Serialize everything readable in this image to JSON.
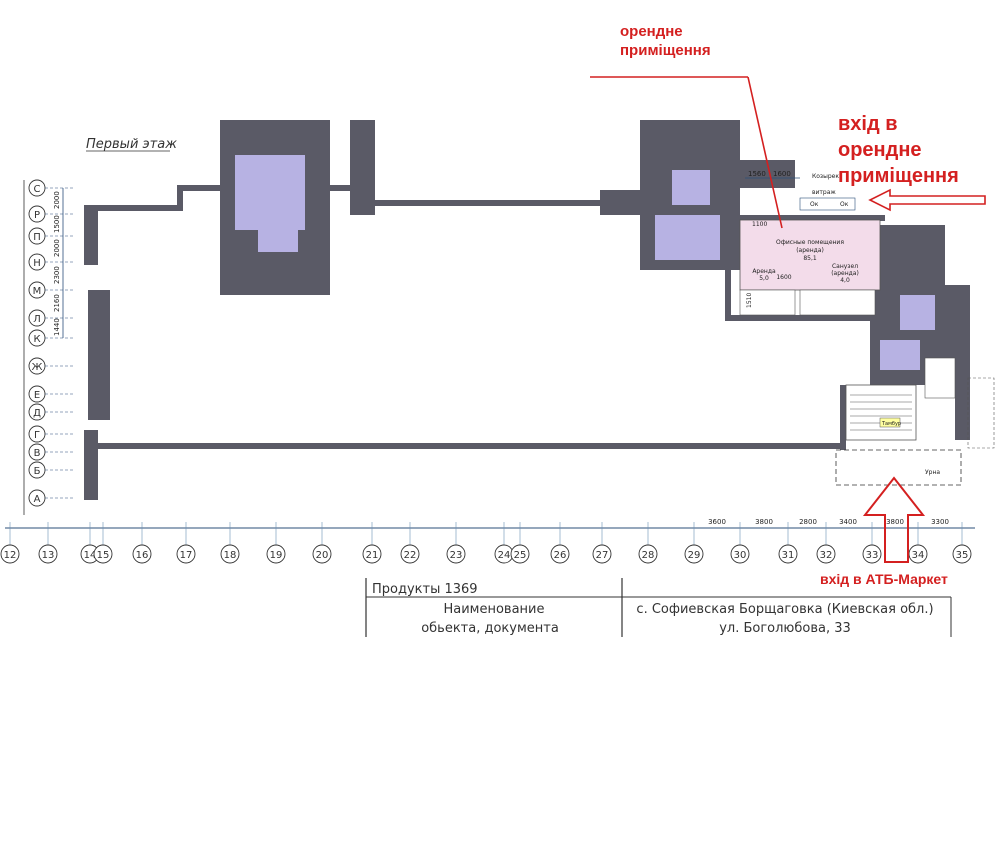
{
  "floor_title": "Первый этаж",
  "rental_label": [
    "орендне",
    "приміщення"
  ],
  "rental_entrance_label": [
    "вхід в",
    "орендне",
    "приміщення"
  ],
  "atb_entrance_label": "вхід в АТБ-Маркет",
  "row_axes": [
    "С",
    "Р",
    "П",
    "Н",
    "М",
    "Л",
    "К",
    "Ж",
    "Е",
    "Д",
    "Г",
    "В",
    "Б",
    "А"
  ],
  "row_dims": [
    "2000",
    "1500",
    "2000",
    "2300",
    "2160",
    "1440"
  ],
  "column_axes": [
    "12",
    "13",
    "14",
    "15",
    "16",
    "17",
    "18",
    "19",
    "20",
    "21",
    "22",
    "23",
    "24",
    "25",
    "26",
    "27",
    "28",
    "29",
    "30",
    "31",
    "32",
    "33",
    "34",
    "35"
  ],
  "column_dims": [
    "3600",
    "3800",
    "2800",
    "3400",
    "3800",
    "3300"
  ],
  "top_dims": [
    "1560",
    "1600"
  ],
  "room_labels": {
    "office": [
      "Офисные помещения",
      "(аренда)",
      "85,1"
    ],
    "bath": [
      "Санузел",
      "(аренда)",
      "4,0"
    ],
    "rent3": [
      "Аренда",
      "5,0"
    ],
    "dim1600": "1600",
    "dim1510": "1510",
    "dim1100": "1100",
    "kozyrek": "Козырек",
    "vitrage": "витраж",
    "ok1": "Ок",
    "ok2": "Ок",
    "tambur": "Тамбур",
    "urna": "Урна"
  },
  "title_block": {
    "project": "Продукты 1369",
    "name_line1": "Наименование",
    "name_line2": "обьекта, документа",
    "address_line1": "с. Софиевская Борщаговка (Киевская обл.)",
    "address_line2": "ул. Боголюбова, 33"
  },
  "colors": {
    "annotation": "#d42020",
    "room_fill": "#b7b2e3",
    "wall": "#5a5a66",
    "grid": "#6a8fb5"
  }
}
